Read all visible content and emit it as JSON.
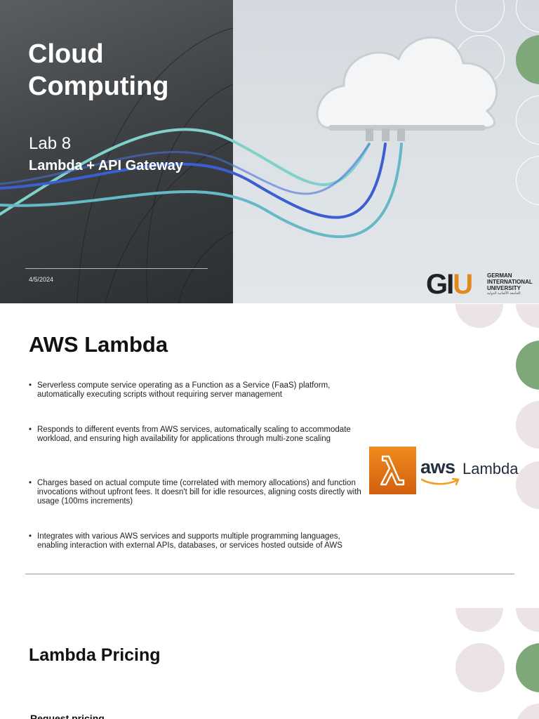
{
  "slide1": {
    "title_line1": "Cloud",
    "title_line2": "Computing",
    "lab": "Lab 8",
    "subtitle": "Lambda + API Gateway",
    "date": "4/5/2024",
    "logo": {
      "letters": [
        "G",
        "I",
        "U"
      ],
      "name_lines": [
        "GERMAN",
        "INTERNATIONAL",
        "UNIVERSITY"
      ],
      "arabic": "الجامعة الألمانية الدولية"
    }
  },
  "slide2": {
    "title": "AWS Lambda",
    "bullet_symbol": "•",
    "bullets": [
      "Serverless compute service operating as a Function  as a Service (FaaS) platform, automatically executing scripts without requiring server management",
      "Responds to different events from AWS services, automatically scaling to accommodate workload, and ensuring high availability for applications through multi-zone scaling",
      "Charges based on actual compute time (correlated with memory allocations) and function invocations  without upfront fees. It doesn't bill for idle resources, aligning costs directly with usage (100ms increments)",
      "Integrates with various AWS services and supports multiple programming languages, enabling interaction with external APIs, databases, or services hosted outside of AWS"
    ],
    "logo": {
      "aws": "aws",
      "product": "Lambda"
    }
  },
  "slide3": {
    "title": "Lambda Pricing",
    "section": "Request pricing"
  },
  "colors": {
    "green_accent": "#7ea87a",
    "pink_accent": "#ece3e6",
    "orange_lambda": "#e8741a",
    "giu_orange": "#e08a1e"
  },
  "icons": [
    "cloud-icon",
    "cable-icon",
    "lambda-icon",
    "amazon-smile-icon"
  ]
}
